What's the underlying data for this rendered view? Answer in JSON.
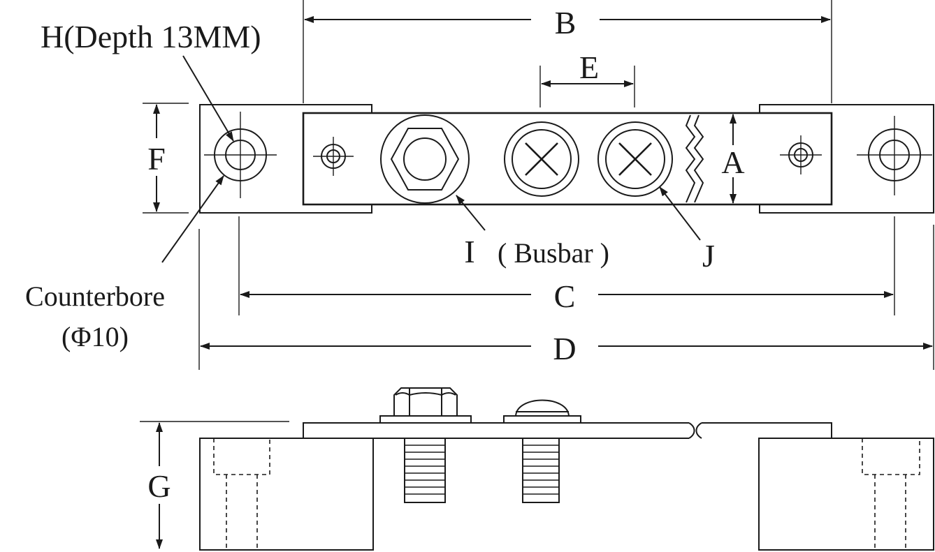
{
  "labels": {
    "A": "A",
    "B": "B",
    "C": "C",
    "D": "D",
    "E": "E",
    "F": "F",
    "G": "G",
    "H": "H(Depth 13MM)",
    "I_letter": "I",
    "I_text": "( Busbar )",
    "J": "J",
    "counterbore_line1": "Counterbore",
    "counterbore_line2": "(Φ10)"
  },
  "colors": {
    "line": "#1a1a1a",
    "background": "#ffffff"
  }
}
